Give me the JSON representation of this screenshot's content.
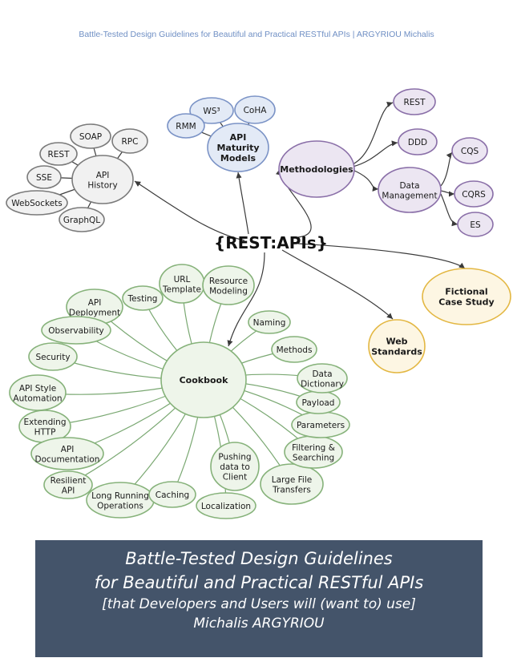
{
  "header": "Battle-Tested Design Guidelines for Beautiful and Practical RESTful APIs | ARGYRIOU Michalis",
  "center": "{REST:APIs}",
  "colors": {
    "gray": {
      "fill": "#f1f1f1",
      "stroke": "#7a7a7a"
    },
    "blue": {
      "fill": "#e3eaf6",
      "stroke": "#7b93c6"
    },
    "purple": {
      "fill": "#ece6f2",
      "stroke": "#8a6fa8"
    },
    "yellow": {
      "fill": "#fdf6e3",
      "stroke": "#e3b742"
    },
    "green": {
      "fill": "#eef5ea",
      "stroke": "#86b27a"
    }
  },
  "nodes": {
    "api_history": {
      "lines": [
        "API",
        "History"
      ],
      "color": "gray",
      "bold": false
    },
    "soap": {
      "lines": [
        "SOAP"
      ],
      "color": "gray"
    },
    "rpc": {
      "lines": [
        "RPC"
      ],
      "color": "gray"
    },
    "rest_h": {
      "lines": [
        "REST"
      ],
      "color": "gray"
    },
    "sse": {
      "lines": [
        "SSE"
      ],
      "color": "gray"
    },
    "websockets": {
      "lines": [
        "WebSockets"
      ],
      "color": "gray"
    },
    "graphql": {
      "lines": [
        "GraphQL"
      ],
      "color": "gray"
    },
    "maturity": {
      "lines": [
        "API",
        "Maturity",
        "Models"
      ],
      "color": "blue",
      "bold": true
    },
    "ws3": {
      "lines": [
        "WS³"
      ],
      "color": "blue"
    },
    "coha": {
      "lines": [
        "CoHA"
      ],
      "color": "blue"
    },
    "rmm": {
      "lines": [
        "RMM"
      ],
      "color": "blue"
    },
    "methodologies": {
      "lines": [
        "Methodologies"
      ],
      "color": "purple",
      "bold": true
    },
    "rest_m": {
      "lines": [
        "REST"
      ],
      "color": "purple"
    },
    "ddd": {
      "lines": [
        "DDD"
      ],
      "color": "purple"
    },
    "data_mgmt": {
      "lines": [
        "Data",
        "Management"
      ],
      "color": "purple"
    },
    "cqs": {
      "lines": [
        "CQS"
      ],
      "color": "purple"
    },
    "cqrs": {
      "lines": [
        "CQRS"
      ],
      "color": "purple"
    },
    "es": {
      "lines": [
        "ES"
      ],
      "color": "purple"
    },
    "fictional": {
      "lines": [
        "Fictional",
        "Case Study"
      ],
      "color": "yellow",
      "bold": true
    },
    "web_std": {
      "lines": [
        "Web",
        "Standards"
      ],
      "color": "yellow",
      "bold": true
    },
    "cookbook": {
      "lines": [
        "Cookbook"
      ],
      "color": "green",
      "bold": true
    },
    "url_template": {
      "lines": [
        "URL",
        "Template"
      ],
      "color": "green"
    },
    "resource_modeling": {
      "lines": [
        "Resource",
        "Modeling"
      ],
      "color": "green"
    },
    "testing": {
      "lines": [
        "Testing"
      ],
      "color": "green"
    },
    "api_deployment": {
      "lines": [
        "API",
        "Deployment"
      ],
      "color": "green"
    },
    "observability": {
      "lines": [
        "Observability"
      ],
      "color": "green"
    },
    "security": {
      "lines": [
        "Security"
      ],
      "color": "green"
    },
    "api_style": {
      "lines": [
        "API Style",
        "Automation"
      ],
      "color": "green"
    },
    "extending_http": {
      "lines": [
        "Extending",
        "HTTP"
      ],
      "color": "green"
    },
    "api_doc": {
      "lines": [
        "API",
        "Documentation"
      ],
      "color": "green"
    },
    "resilient": {
      "lines": [
        "Resilient",
        "API"
      ],
      "color": "green"
    },
    "long_running": {
      "lines": [
        "Long Running",
        "Operations"
      ],
      "color": "green"
    },
    "caching": {
      "lines": [
        "Caching"
      ],
      "color": "green"
    },
    "localization": {
      "lines": [
        "Localization"
      ],
      "color": "green"
    },
    "pushing": {
      "lines": [
        "Pushing",
        "data to",
        "Client"
      ],
      "color": "green"
    },
    "large_file": {
      "lines": [
        "Large File",
        "Transfers"
      ],
      "color": "green"
    },
    "filtering": {
      "lines": [
        "Filtering &",
        "Searching"
      ],
      "color": "green"
    },
    "parameters": {
      "lines": [
        "Parameters"
      ],
      "color": "green"
    },
    "payload": {
      "lines": [
        "Payload"
      ],
      "color": "green"
    },
    "data_dictionary": {
      "lines": [
        "Data",
        "Dictionary"
      ],
      "color": "green"
    },
    "methods": {
      "lines": [
        "Methods"
      ],
      "color": "green"
    },
    "naming": {
      "lines": [
        "Naming"
      ],
      "color": "green"
    }
  },
  "banner": {
    "line1": "Battle-Tested Design Guidelines",
    "line2": "for Beautiful and Practical RESTful APIs",
    "line3": "[that Developers and Users will (want to) use]",
    "line4": "Michalis ARGYRIOU"
  }
}
